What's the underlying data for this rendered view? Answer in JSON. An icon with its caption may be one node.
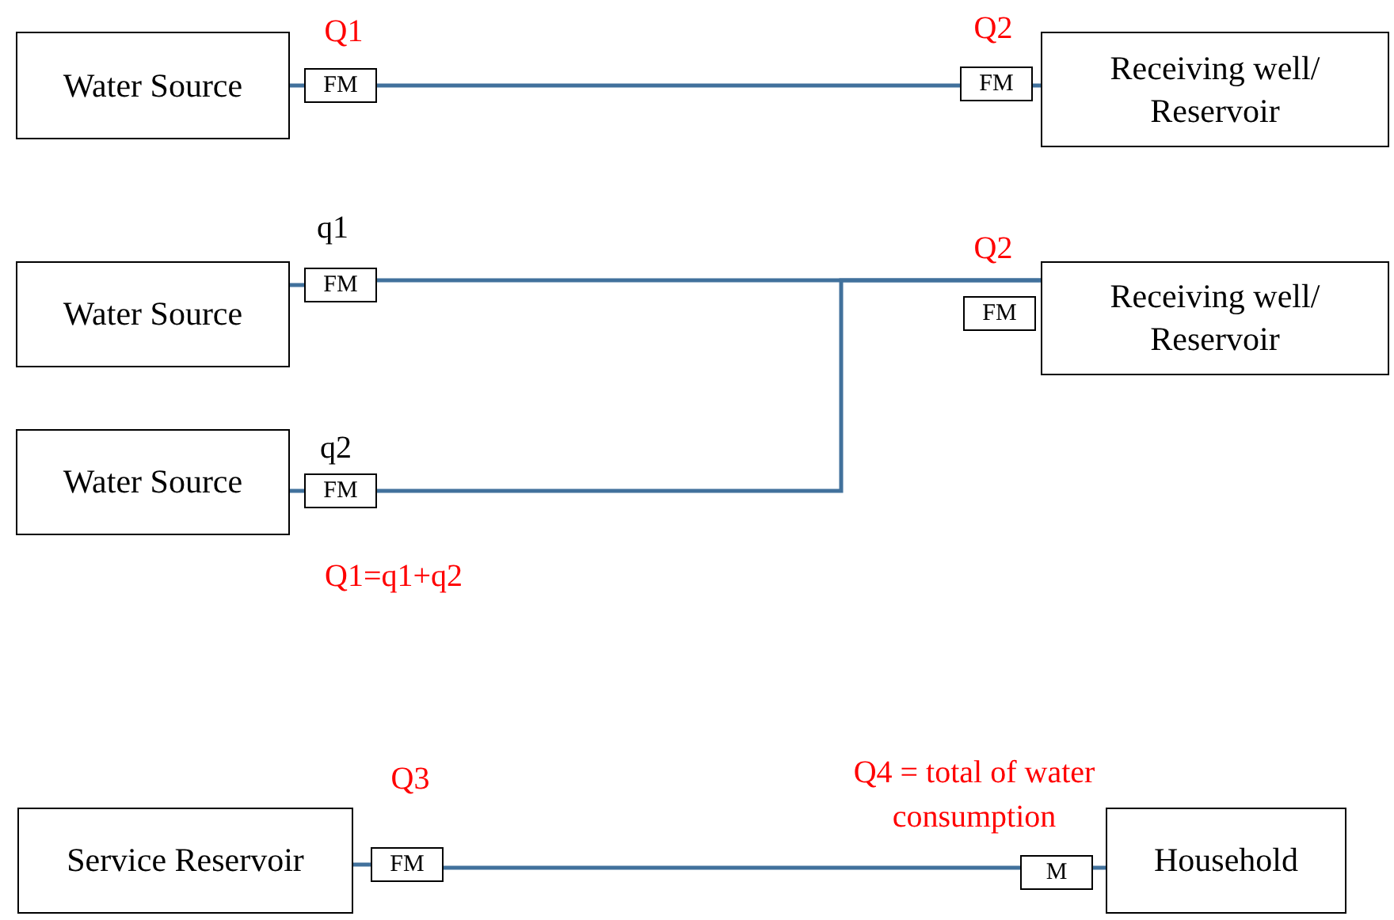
{
  "diagram": {
    "nodes": [
      {
        "text": [
          "Water Source"
        ]
      },
      {
        "text": [
          "FM"
        ],
        "beside": [
          "Q1"
        ]
      },
      {
        "text": [
          "FM"
        ],
        "beside": [
          "Q2"
        ]
      },
      {
        "text": [
          "Receiving well/ Reservoir"
        ]
      },
      {
        "text": [
          "Water Source"
        ]
      },
      {
        "text": [
          "FM"
        ],
        "beside": [
          "q1"
        ]
      },
      {
        "text": [
          "FM"
        ],
        "beside": [
          "Q2"
        ]
      },
      {
        "text": [
          "Receiving well/ Reservoir"
        ]
      },
      {
        "text": [
          "Water Source"
        ]
      },
      {
        "text": [
          "FM"
        ],
        "beside": [
          "q2"
        ]
      },
      {
        "text": [
          "Service Reservoir"
        ]
      },
      {
        "text": [
          "FM"
        ],
        "beside": [
          "Q3"
        ]
      },
      {
        "text": [
          "M"
        ],
        "beside": [
          "Q4 = total of water consumption"
        ]
      },
      {
        "text": [
          "Household"
        ]
      }
    ],
    "edges": [
      {
        "from": 0,
        "to": 1,
        "arrow": "none"
      },
      {
        "from": 1,
        "to": 2,
        "arrow": "none"
      },
      {
        "from": 2,
        "to": 3,
        "arrow": "none"
      },
      {
        "from": 4,
        "to": 5,
        "arrow": "none"
      },
      {
        "from": 5,
        "to": 7,
        "arrow": "none"
      },
      {
        "from": 8,
        "to": 9,
        "arrow": "none"
      },
      {
        "from": 9,
        "to": 7,
        "arrow": "none"
      },
      {
        "from": 10,
        "to": 11,
        "arrow": "none"
      },
      {
        "from": 11,
        "to": 12,
        "arrow": "none"
      },
      {
        "from": 12,
        "to": 13,
        "arrow": "none"
      }
    ],
    "labels": [
      "Q1=q1+q2"
    ]
  }
}
